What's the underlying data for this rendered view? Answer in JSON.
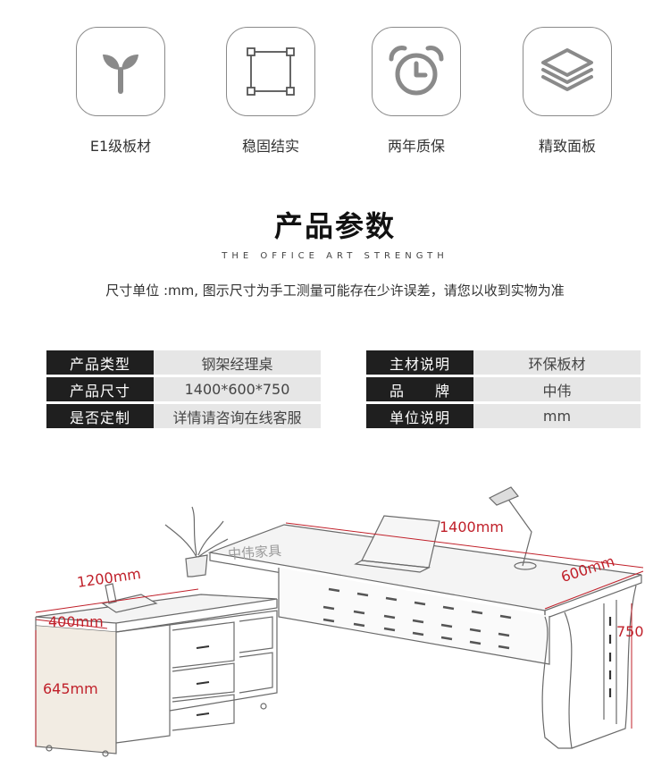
{
  "features": [
    {
      "icon": "sprout-icon",
      "label": "E1级板材"
    },
    {
      "icon": "frame-corners-icon",
      "label": "稳固结实"
    },
    {
      "icon": "alarm-clock-icon",
      "label": "两年质保"
    },
    {
      "icon": "layers-icon",
      "label": "精致面板"
    }
  ],
  "title": "产品参数",
  "subtitle": "THE OFFICE ART STRENGTH",
  "note": "尺寸单位 :mm, 图示尺寸为手工测量可能存在少许误差，请您以收到实物为准",
  "spec_left": [
    {
      "key": "产品类型",
      "value": "钢架经理桌"
    },
    {
      "key": "产品尺寸",
      "value": "1400*600*750"
    },
    {
      "key": "是否定制",
      "value": "详情请咨询在线客服"
    }
  ],
  "spec_right": [
    {
      "key": "主材说明",
      "value": "环保板材"
    },
    {
      "key": "品　　牌",
      "value": "中伟"
    },
    {
      "key": "单位说明",
      "value": "mm"
    }
  ],
  "drawing": {
    "dim_length": "1400mm",
    "dim_depth": "600mm",
    "dim_height": "750",
    "dim_side_length": "1200mm",
    "dim_side_depth": "400mm",
    "dim_side_height": "645mm",
    "watermark": "中伟家具"
  },
  "colors": {
    "dimension": "#c0202a",
    "label_bg": "#1f1f1f",
    "value_bg": "#e6e6e6"
  }
}
